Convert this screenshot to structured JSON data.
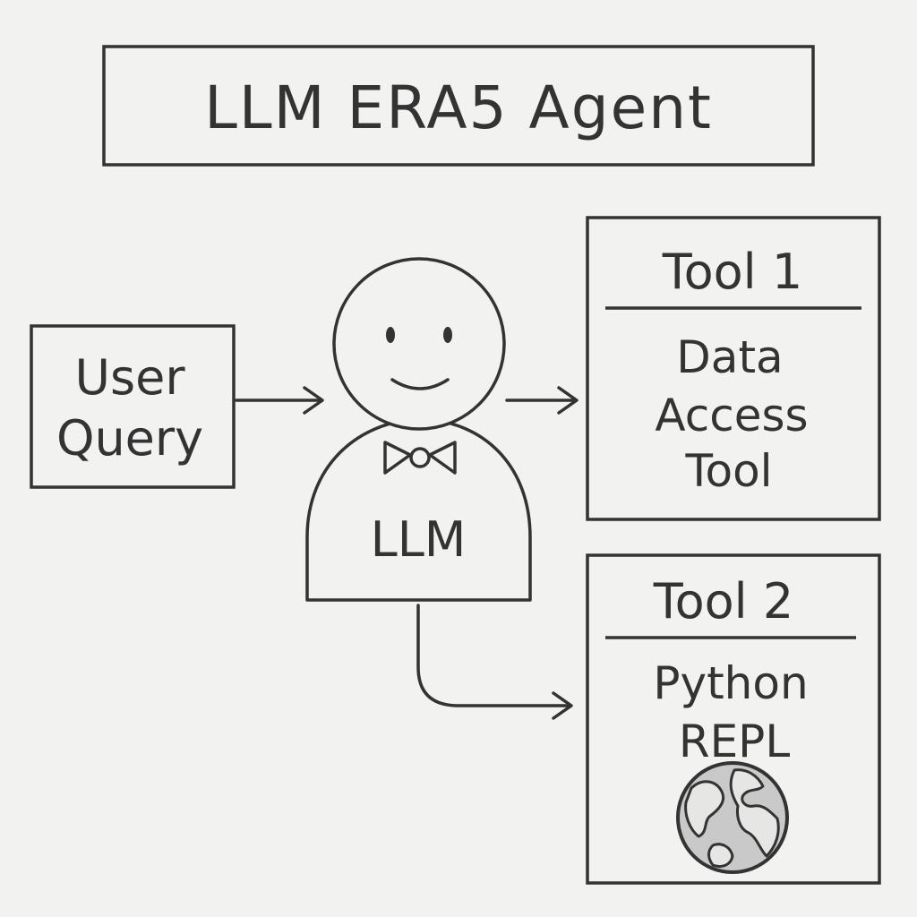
{
  "title": "LLM ERA5 Agent",
  "user_query": {
    "line1": "User",
    "line2": "Query"
  },
  "llm": {
    "label": "LLM"
  },
  "tool1": {
    "title": "Tool 1",
    "line1": "Data",
    "line2": "Access",
    "line3": "Tool"
  },
  "tool2": {
    "title": "Tool 2",
    "line1": "Python",
    "line2": "REPL"
  },
  "colors": {
    "ink": "#333333",
    "paper": "#f2f2f0",
    "globe_fill": "#c9c9c9"
  }
}
